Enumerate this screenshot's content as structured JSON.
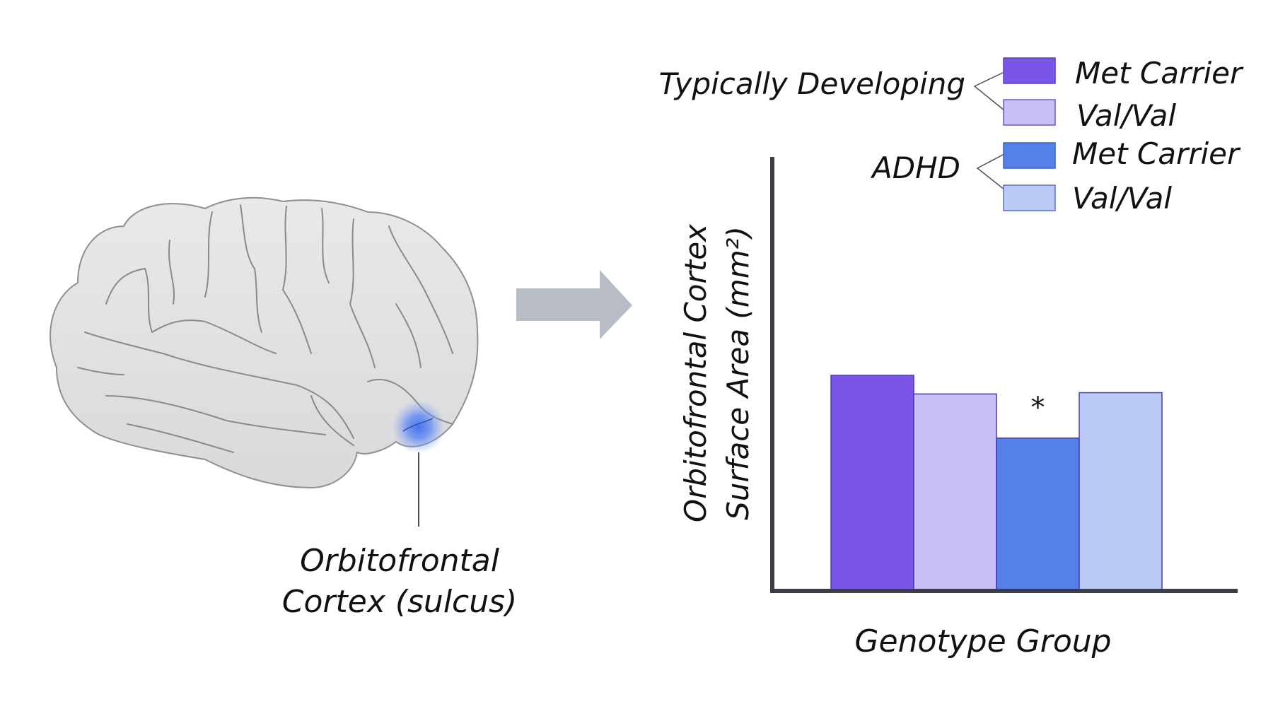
{
  "brain": {
    "region_label_line1": "Orbitofrontal",
    "region_label_line2": "Cortex (sulcus)",
    "highlight_color": "#4f7cf0"
  },
  "arrow": {
    "color": "#b8bcc4"
  },
  "legend": {
    "groups": [
      {
        "name": "Typically Developing",
        "entries": [
          {
            "label": "Met Carrier",
            "color": "#7b55e8"
          },
          {
            "label": "Val/Val",
            "color": "#c9bff5"
          }
        ]
      },
      {
        "name": "ADHD",
        "entries": [
          {
            "label": "Met Carrier",
            "color": "#5580e8"
          },
          {
            "label": "Val/Val",
            "color": "#bccbf5"
          }
        ]
      }
    ]
  },
  "chart_data": {
    "type": "bar",
    "xlabel": "Genotype Group",
    "ylabel_line1": "Orbitofrontal Cortex",
    "ylabel_line2": "Surface Area (mm²)",
    "ylim": [
      0,
      100
    ],
    "ticks_shown": false,
    "bars": [
      {
        "group": "Typically Developing",
        "genotype": "Met Carrier",
        "value": 49.5,
        "color": "#7b55e8"
      },
      {
        "group": "Typically Developing",
        "genotype": "Val/Val",
        "value": 45.2,
        "color": "#c9bff5"
      },
      {
        "group": "ADHD",
        "genotype": "Met Carrier",
        "value": 35.0,
        "color": "#5580e8",
        "annotation": "*"
      },
      {
        "group": "ADHD",
        "genotype": "Val/Val",
        "value": 45.5,
        "color": "#bccbf5"
      }
    ],
    "axis_color": "#3a3f4a"
  }
}
